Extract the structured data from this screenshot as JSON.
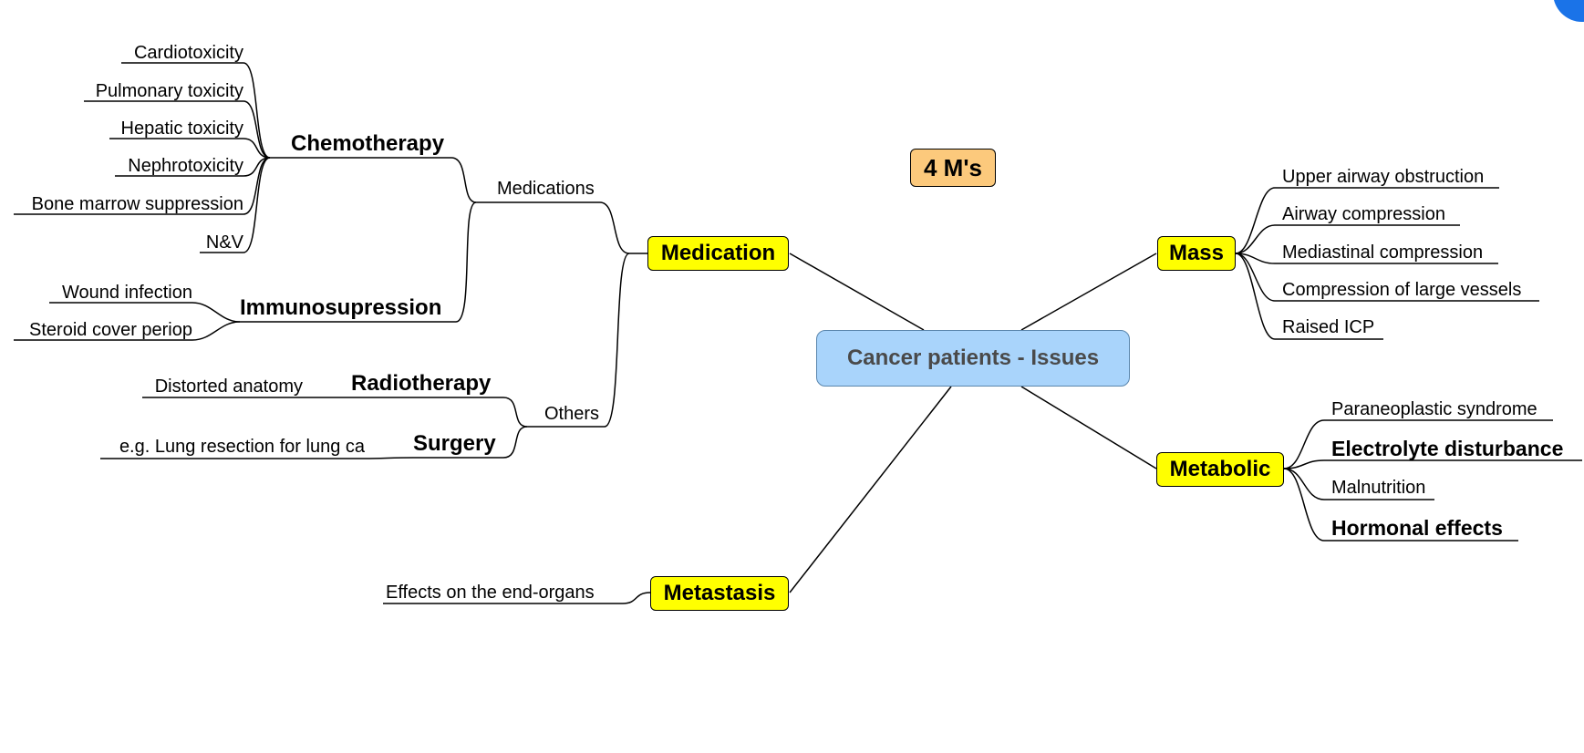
{
  "central": "Cancer patients - Issues",
  "title": "4 M's",
  "colors": {
    "central_fill": "#a9d4fb",
    "main_fill": "#ffff00",
    "title_fill": "#fcc97c",
    "corner_badge": "#1a73e8"
  },
  "medication": {
    "label": "Medication",
    "medications": {
      "label": "Medications",
      "chemotherapy": {
        "label": "Chemotherapy",
        "items": [
          "Cardiotoxicity",
          "Pulmonary toxicity",
          "Hepatic toxicity",
          "Nephrotoxicity",
          "Bone marrow suppression",
          "N&V"
        ]
      },
      "immunosupression": {
        "label": "Immunosupression",
        "items": [
          "Wound infection",
          "Steroid cover periop"
        ]
      }
    },
    "others": {
      "label": "Others",
      "radiotherapy": {
        "label": "Radiotherapy",
        "items": [
          "Distorted anatomy"
        ]
      },
      "surgery": {
        "label": "Surgery",
        "items": [
          "e.g. Lung resection for lung ca"
        ]
      }
    }
  },
  "metastasis": {
    "label": "Metastasis",
    "items": [
      "Effects on the end-organs"
    ]
  },
  "mass": {
    "label": "Mass",
    "items": [
      "Upper airway obstruction",
      "Airway compression",
      "Mediastinal compression",
      "Compression of large vessels",
      "Raised ICP"
    ]
  },
  "metabolic": {
    "label": "Metabolic",
    "items": [
      "Paraneoplastic syndrome",
      "Electrolyte disturbance",
      "Malnutrition",
      "Hormonal effects"
    ]
  }
}
